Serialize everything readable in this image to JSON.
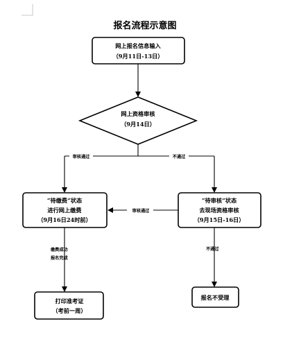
{
  "title": "报名流程示意图",
  "nodes": {
    "input": {
      "line1": "网上报名信息输入",
      "line2": "（9月11日-13日）"
    },
    "review": {
      "line1": "网上资格审核",
      "line2": "（9月14日）"
    },
    "pay": {
      "line1": "“待缴费”状态",
      "line2": "进行网上缴费",
      "line3": "（9月16日24时前）"
    },
    "onsite": {
      "line1": "“待审核”状态",
      "line2": "去现场资格审核",
      "line3": "（9月15日-16日）"
    },
    "print": {
      "line1": "打印准考证",
      "line2": "（考前一周）"
    },
    "reject": {
      "line1": "报名不受理"
    }
  },
  "edges": {
    "review_pass": "审核通过",
    "review_fail": "不通过",
    "onsite_pass": "审核通过",
    "pay_done_1": "缴费成功",
    "pay_done_2": "报名完成",
    "onsite_fail": "不通过"
  }
}
